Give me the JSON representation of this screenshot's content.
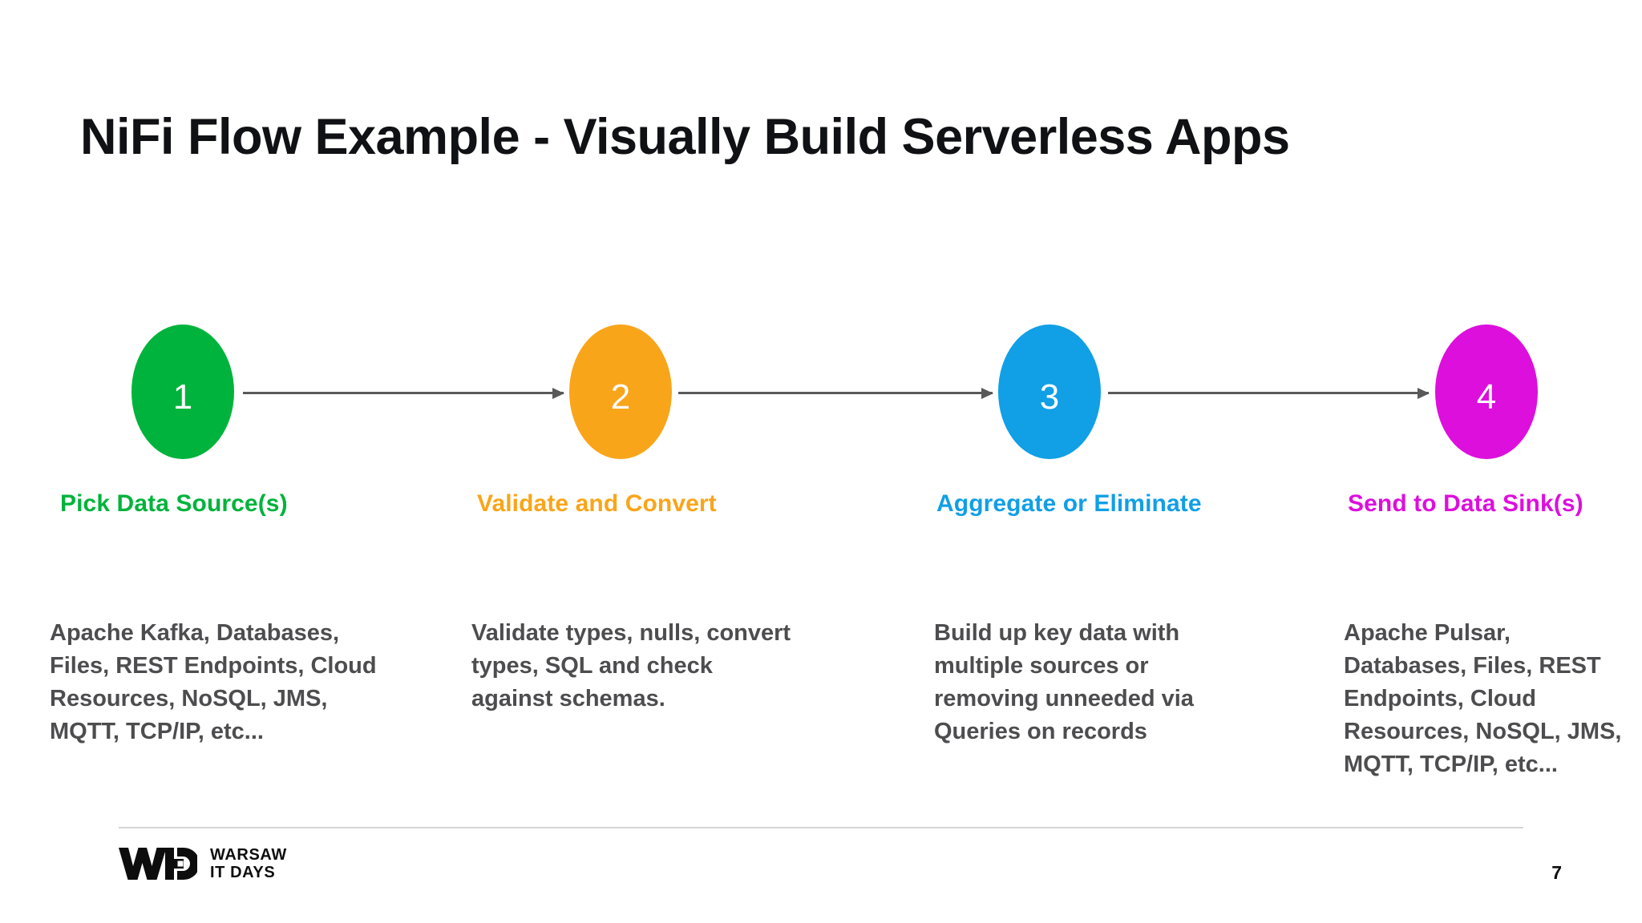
{
  "slide": {
    "title": "NiFi Flow Example - Visually Build Serverless Apps",
    "background_color": "#ffffff",
    "page_number": "7"
  },
  "flow": {
    "arrow_color": "#595959",
    "steps": [
      {
        "number": "1",
        "label": "Pick Data Source(s)",
        "color": "#00B33C",
        "body": "Apache Kafka, Databases, Files, REST Endpoints, Cloud Resources, NoSQL, JMS, MQTT, TCP/IP, etc..."
      },
      {
        "number": "2",
        "label": "Validate and Convert",
        "color": "#F9A51A",
        "body": "Validate types, nulls, convert types, SQL and check against schemas."
      },
      {
        "number": "3",
        "label": "Aggregate or Eliminate",
        "color": "#119FE6",
        "body": "Build up key data with multiple sources or removing unneeded via Queries on records"
      },
      {
        "number": "4",
        "label": "Send to Data Sink(s)",
        "color": "#DD0FDD",
        "body": "Apache Pulsar, Databases, Files, REST Endpoints, Cloud Resources, NoSQL, JMS, MQTT, TCP/IP, etc..."
      }
    ]
  },
  "footer": {
    "logo_mark": "WID",
    "logo_line1": "WARSAW",
    "logo_line2": "IT DAYS",
    "rule_color": "#d4d4d4"
  }
}
